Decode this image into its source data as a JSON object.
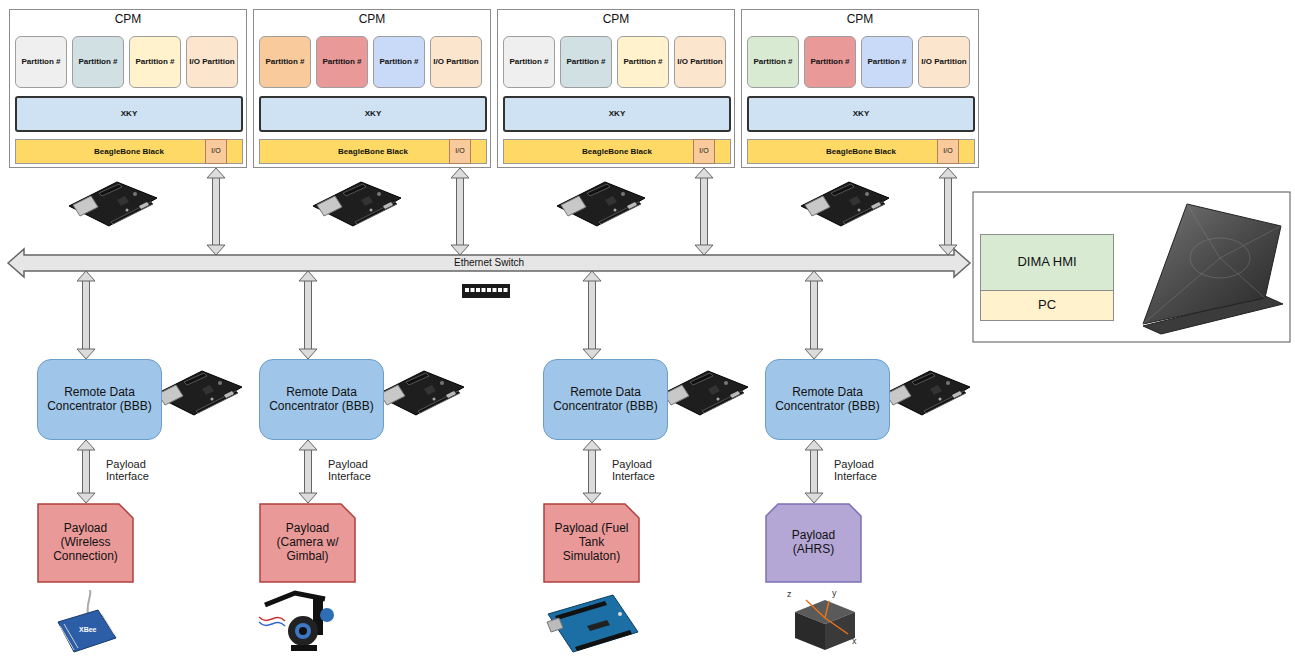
{
  "diagram": {
    "nodes": [
      {
        "text": [
          "CPM"
        ]
      },
      {
        "text": [
          "Partition #"
        ],
        "in": 0
      },
      {
        "text": [
          "Partition #"
        ],
        "in": 0
      },
      {
        "text": [
          "Partition #"
        ],
        "in": 0
      },
      {
        "text": [
          "I/O Partition"
        ],
        "in": 0
      },
      {
        "text": [
          "XKY"
        ],
        "in": 0
      },
      {
        "text": [
          "BeagleBone Black"
        ],
        "in": 0
      },
      {
        "text": [
          "I/O"
        ],
        "in": 6
      },
      {
        "text": [
          "CPM"
        ]
      },
      {
        "text": [
          "Partition #"
        ],
        "in": 8
      },
      {
        "text": [
          "Partition #"
        ],
        "in": 8
      },
      {
        "text": [
          "Partition #"
        ],
        "in": 8
      },
      {
        "text": [
          "I/O Partition"
        ],
        "in": 8
      },
      {
        "text": [
          "XKY"
        ],
        "in": 8
      },
      {
        "text": [
          "BeagleBone Black"
        ],
        "in": 8
      },
      {
        "text": [
          "I/O"
        ],
        "in": 14
      },
      {
        "text": [
          "CPM"
        ]
      },
      {
        "text": [
          "Partition #"
        ],
        "in": 16
      },
      {
        "text": [
          "Partition #"
        ],
        "in": 16
      },
      {
        "text": [
          "Partition #"
        ],
        "in": 16
      },
      {
        "text": [
          "I/O Partition"
        ],
        "in": 16
      },
      {
        "text": [
          "XKY"
        ],
        "in": 16
      },
      {
        "text": [
          "BeagleBone Black"
        ],
        "in": 16
      },
      {
        "text": [
          "I/O"
        ],
        "in": 22
      },
      {
        "text": [
          "CPM"
        ]
      },
      {
        "text": [
          "Partition #"
        ],
        "in": 24
      },
      {
        "text": [
          "Partition #"
        ],
        "in": 24
      },
      {
        "text": [
          "Partition #"
        ],
        "in": 24
      },
      {
        "text": [
          "I/O Partition"
        ],
        "in": 24
      },
      {
        "text": [
          "XKY"
        ],
        "in": 24
      },
      {
        "text": [
          "BeagleBone Black"
        ],
        "in": 24
      },
      {
        "text": [
          "I/O"
        ],
        "in": 30
      },
      {
        "text": [
          "Ethernet Switch"
        ]
      },
      {
        "text": [
          "DIMA HMI"
        ]
      },
      {
        "text": [
          "PC"
        ]
      },
      {
        "text": [
          "Remote Data Concentrator (BBB)"
        ]
      },
      {
        "text": [
          "Remote Data Concentrator (BBB)"
        ]
      },
      {
        "text": [
          "Remote Data Concentrator (BBB)"
        ]
      },
      {
        "text": [
          "Remote Data Concentrator (BBB)"
        ]
      },
      {
        "text": [
          "Payload (Wireless Connection)"
        ]
      },
      {
        "text": [
          "Payload (Camera w/ Gimbal)"
        ]
      },
      {
        "text": [
          "Payload (Fuel Tank Simulaton)"
        ]
      },
      {
        "text": [
          "Payload (AHRS)"
        ]
      }
    ],
    "edges": [
      {
        "from": 7,
        "to": 4,
        "arrow": "to"
      },
      {
        "from": 0,
        "to": 32,
        "arrow": "both"
      },
      {
        "from": 15,
        "to": 12,
        "arrow": "to"
      },
      {
        "from": 8,
        "to": 32,
        "arrow": "both"
      },
      {
        "from": 23,
        "to": 20,
        "arrow": "to"
      },
      {
        "from": 16,
        "to": 32,
        "arrow": "both"
      },
      {
        "from": 31,
        "to": 28,
        "arrow": "to"
      },
      {
        "from": 24,
        "to": 32,
        "arrow": "both"
      },
      {
        "from": 35,
        "to": 32,
        "arrow": "both"
      },
      {
        "from": 35,
        "to": 39,
        "label": "Payload Interface",
        "arrow": "both"
      },
      {
        "from": 36,
        "to": 32,
        "arrow": "both"
      },
      {
        "from": 36,
        "to": 40,
        "label": "Payload Interface",
        "arrow": "both"
      },
      {
        "from": 37,
        "to": 32,
        "arrow": "both"
      },
      {
        "from": 37,
        "to": 41,
        "label": "Payload Interface",
        "arrow": "both"
      },
      {
        "from": 38,
        "to": 32,
        "arrow": "both"
      },
      {
        "from": 38,
        "to": 42,
        "label": "Payload Interface",
        "arrow": "both"
      }
    ],
    "labels": [
      "XBee",
      "z",
      "y",
      "x"
    ]
  }
}
